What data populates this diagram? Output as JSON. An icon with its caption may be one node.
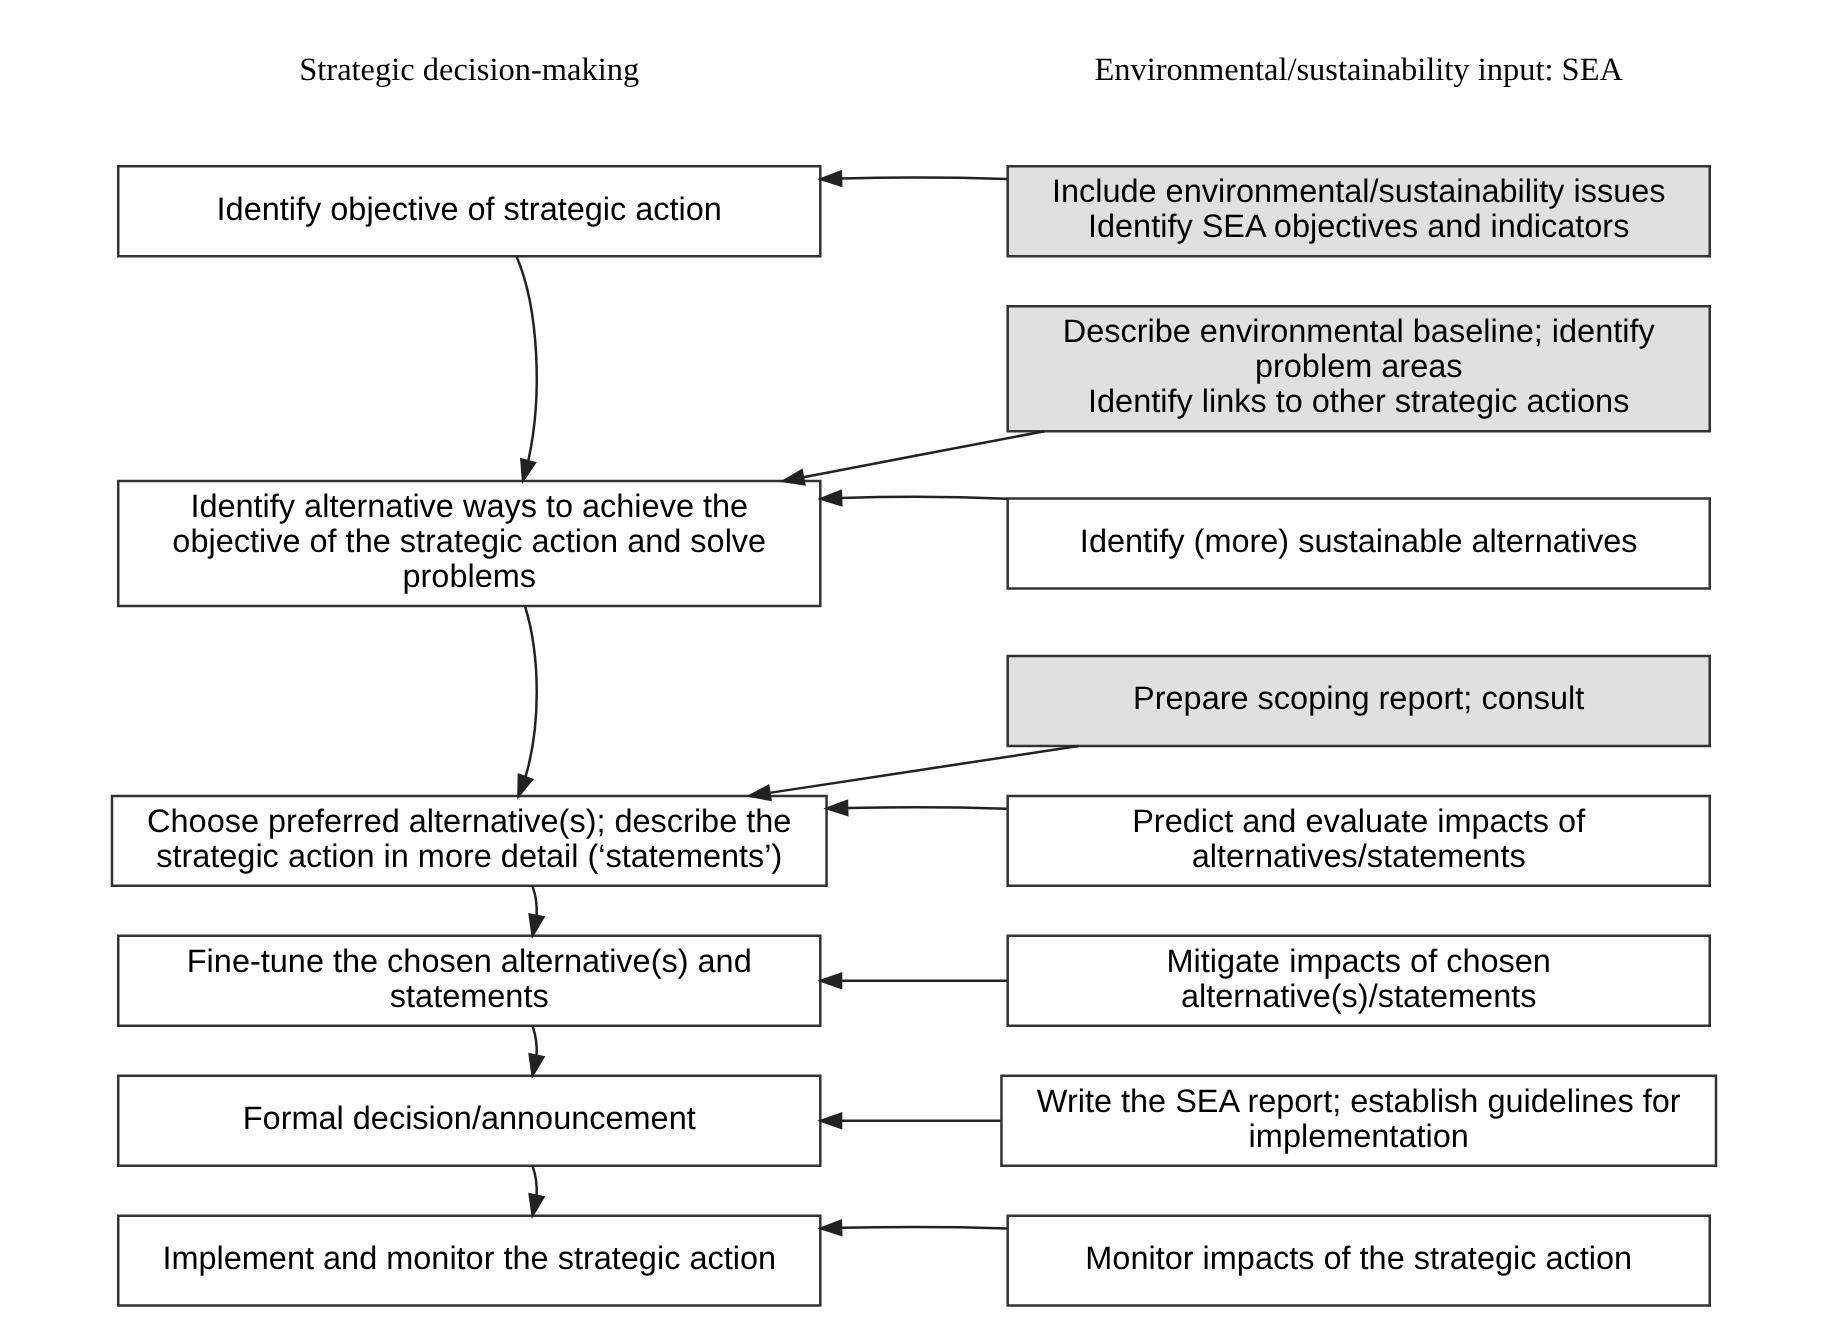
{
  "diagram": {
    "nodes": [
      {
        "text": [
          "Identify objective of strategic action"
        ]
      },
      {
        "text": [
          "Include environmental/sustainability issues",
          "Identify SEA objectives and indicators"
        ]
      },
      {
        "text": [
          "Describe environmental baseline; identify problem areas",
          "Identify links to other strategic actions"
        ]
      },
      {
        "text": [
          "Identify alternative ways to achieve the objective of the strategic action and solve problems"
        ]
      },
      {
        "text": [
          "Identify (more) sustainable alternatives"
        ]
      },
      {
        "text": [
          "Prepare scoping report; consult"
        ]
      },
      {
        "text": [
          "Choose preferred alternative(s); describe the strategic action in more detail (‘statements’)"
        ]
      },
      {
        "text": [
          "Predict and evaluate impacts of alternatives/statements"
        ]
      },
      {
        "text": [
          "Mitigate impacts of chosen alternative(s)/statements"
        ]
      },
      {
        "text": [
          "Fine-tune the chosen alternative(s) and statements"
        ]
      },
      {
        "text": [
          "Write the SEA report; establish guidelines for implementation"
        ]
      },
      {
        "text": [
          "Formal decision/announcement"
        ]
      },
      {
        "text": [
          "Implement and monitor the strategic action"
        ]
      },
      {
        "text": [
          "Monitor impacts of the strategic action"
        ]
      }
    ],
    "edges": [
      {
        "from": 1,
        "to": 0,
        "arrow": "to"
      },
      {
        "from": 0,
        "to": 3,
        "arrow": "to"
      },
      {
        "from": 2,
        "to": 3,
        "arrow": "to"
      },
      {
        "from": 4,
        "to": 3,
        "arrow": "to"
      },
      {
        "from": 3,
        "to": 6,
        "arrow": "to"
      },
      {
        "from": 5,
        "to": 6,
        "arrow": "to"
      },
      {
        "from": 7,
        "to": 6,
        "arrow": "to"
      },
      {
        "from": 6,
        "to": 9,
        "arrow": "to"
      },
      {
        "from": 8,
        "to": 9,
        "arrow": "to"
      },
      {
        "from": 9,
        "to": 11,
        "arrow": "to"
      },
      {
        "from": 10,
        "to": 11,
        "arrow": "to"
      },
      {
        "from": 11,
        "to": 12,
        "arrow": "to"
      },
      {
        "from": 13,
        "to": 12,
        "arrow": "to"
      }
    ],
    "labels": [
      "Strategic decision-making",
      "Environmental/sustainability input: SEA"
    ]
  }
}
